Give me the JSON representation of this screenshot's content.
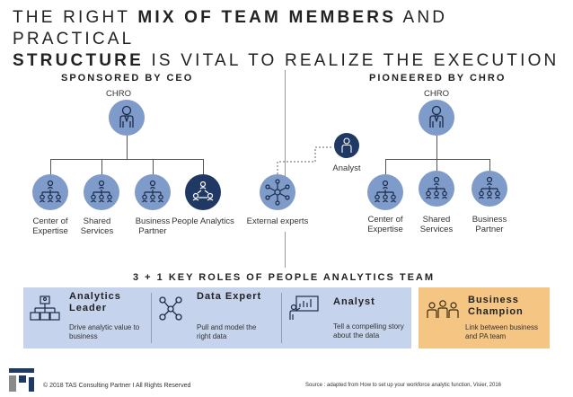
{
  "title": {
    "line1_pre": "THE RIGHT ",
    "line1_bold": "MIX OF TEAM MEMBERS",
    "line1_post": " AND PRACTICAL",
    "line2_bold": "STRUCTURE",
    "line2_post": " IS VITAL TO REALIZE THE EXECUTION"
  },
  "left": {
    "heading": "SPONSORED BY CEO",
    "root": "CHRO",
    "children": [
      "Center of Expertise",
      "Shared Services",
      "Business Partner",
      "People Analytics"
    ]
  },
  "middle": {
    "label": "External experts"
  },
  "right": {
    "heading": "PIONEERED BY CHRO",
    "root": "CHRO",
    "analyst": "Analyst",
    "children": [
      "Center of Expertise",
      "Shared Services",
      "Business Partner"
    ]
  },
  "roles": {
    "heading": "3 + 1 KEY ROLES OF PEOPLE ANALYTICS TEAM",
    "items": [
      {
        "title": "Analytics Leader",
        "desc": "Drive analytic value to business",
        "icon": "org-chart-icon"
      },
      {
        "title": "Data Expert",
        "desc": "Pull and model the right data",
        "icon": "network-nodes-icon"
      },
      {
        "title": "Analyst",
        "desc": "Tell a compelling story about the data",
        "icon": "presentation-board-icon"
      },
      {
        "title": "Business Champion",
        "desc": "Link between business and PA team",
        "icon": "team-group-icon"
      }
    ]
  },
  "footer": {
    "copyright": "© 2018 TAS Consulting Partner  I  All Rights Reserved",
    "source": "Source : adapted from How to set up your workforce analytic function, Visier, 2016"
  },
  "colors": {
    "light_circle": "#7f9bc9",
    "dark_circle": "#1f3864",
    "role_box": "#c6d3ec",
    "champion_box": "#f5c583"
  }
}
